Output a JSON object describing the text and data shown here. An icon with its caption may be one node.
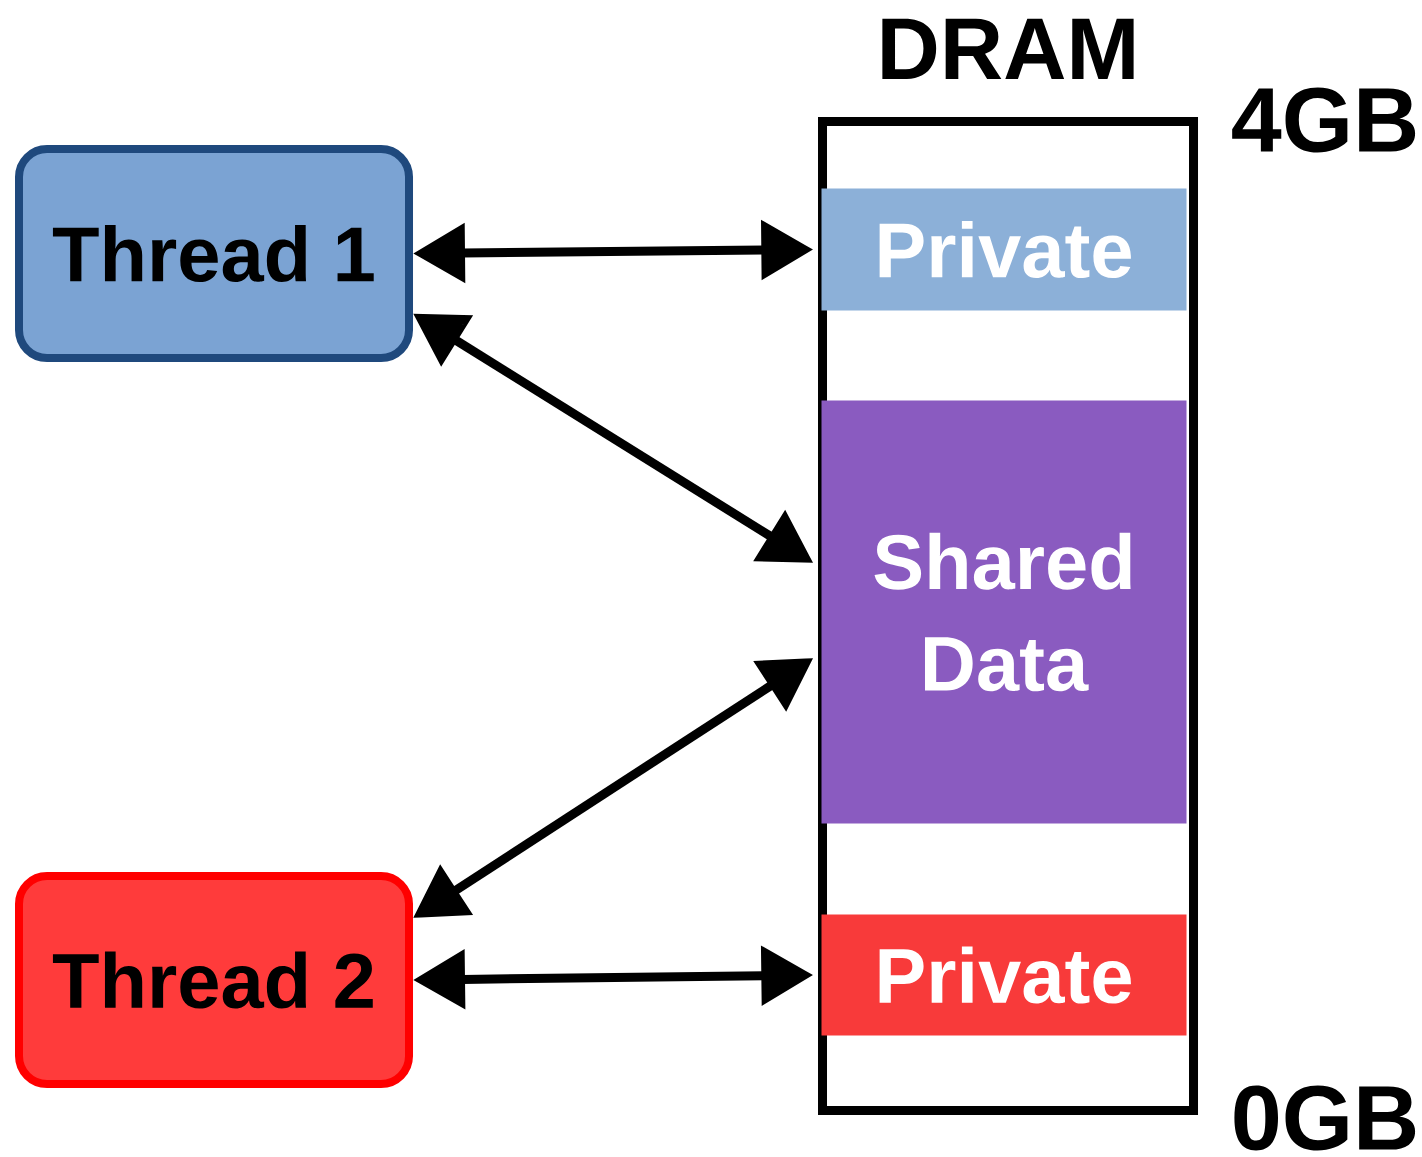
{
  "diagram": {
    "nodes": [
      {
        "text": [
          "Thread 1"
        ]
      },
      {
        "text": [
          "Thread 2"
        ]
      },
      {
        "text": [
          "DRAM"
        ]
      },
      {
        "text": [
          "Private"
        ],
        "in": 2
      },
      {
        "text": [
          "Shared Data"
        ],
        "in": 2
      },
      {
        "text": [
          "Private"
        ],
        "in": 2
      }
    ],
    "edges": [
      {
        "from": 0,
        "to": 3,
        "arrow": "both"
      },
      {
        "from": 0,
        "to": 4,
        "arrow": "both"
      },
      {
        "from": 1,
        "to": 4,
        "arrow": "both"
      },
      {
        "from": 1,
        "to": 5,
        "arrow": "both"
      }
    ],
    "labels": [
      "4GB",
      "0GB"
    ]
  }
}
